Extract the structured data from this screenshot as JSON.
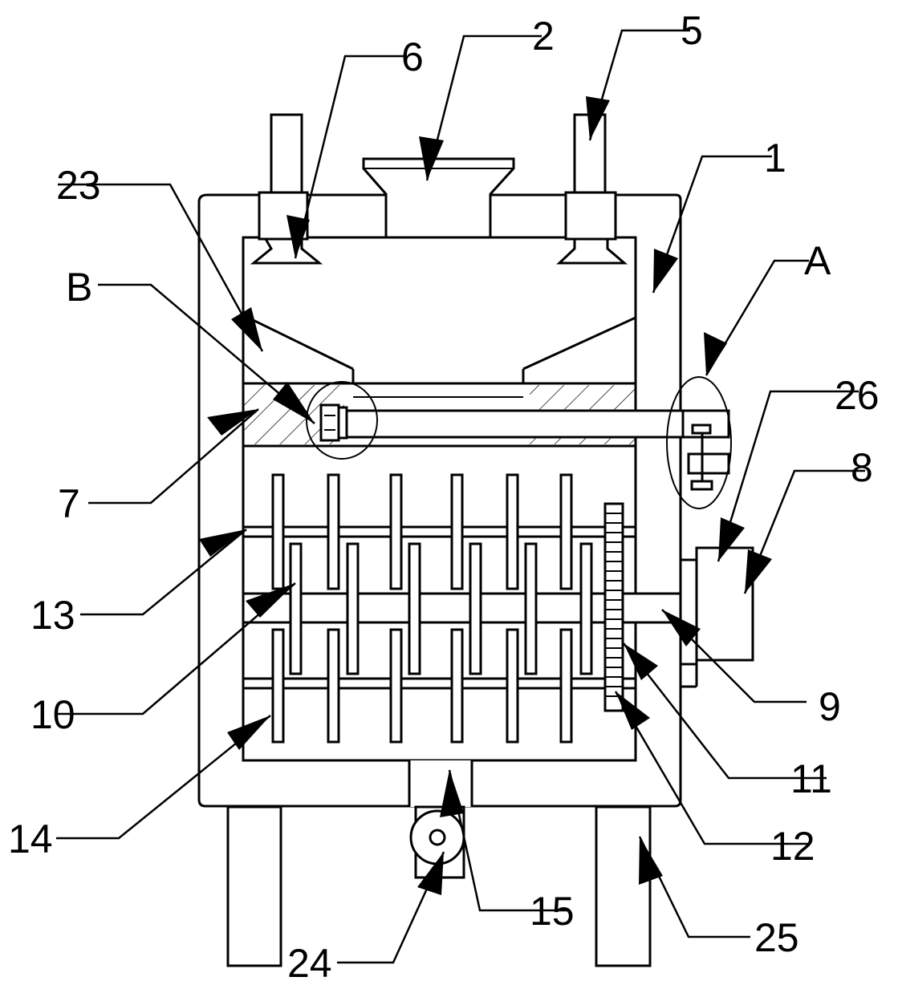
{
  "labels": {
    "l1": "1",
    "l2": "2",
    "l5": "5",
    "l6": "6",
    "l7": "7",
    "l8": "8",
    "l9": "9",
    "l10": "10",
    "l11": "11",
    "l12": "12",
    "l13": "13",
    "l14": "14",
    "l15": "15",
    "l23": "23",
    "l24": "24",
    "l25": "25",
    "l26": "26",
    "lA": "A",
    "lB": "B"
  }
}
